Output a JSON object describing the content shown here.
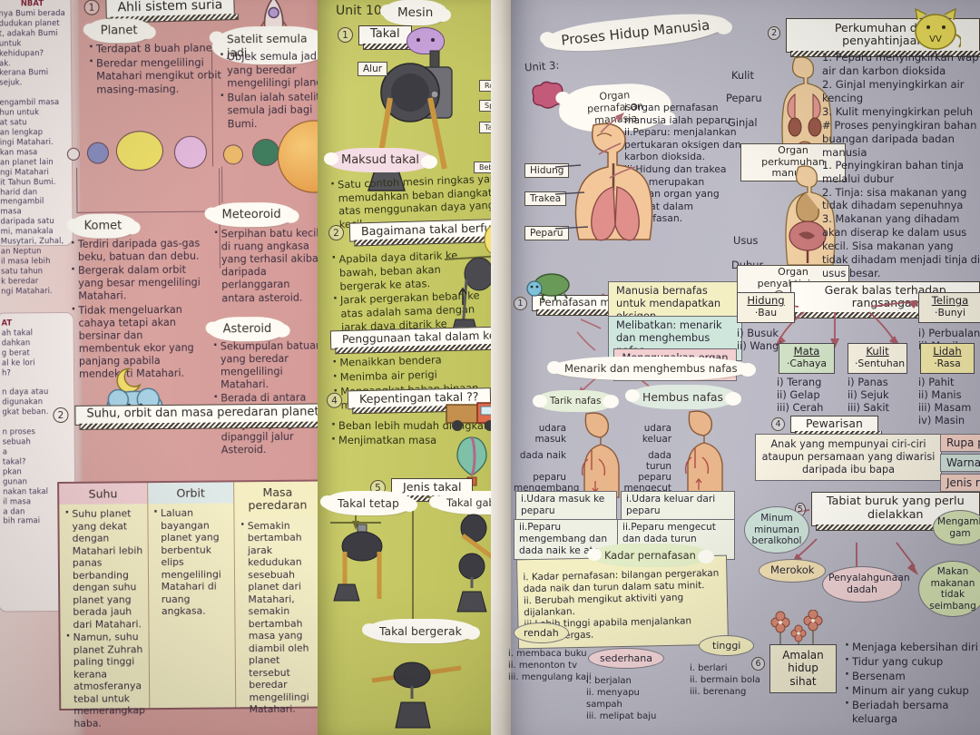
{
  "left_strip": {
    "heading": "NBAT",
    "lines": [
      "nya Bumi berada",
      "dudukan planet",
      "t, adakah Bumi",
      "untuk kehidupan?",
      "ak.",
      "kerana Bumi",
      "sejuk.",
      "",
      "engambil masa",
      "hun untuk",
      "at satu",
      "an lengkap",
      "ingi Matahari.",
      "kan masa",
      "an planet lain",
      "ngi Matahari",
      "it Tahun Bumi.",
      "harid dan",
      "mengambil masa",
      "daripada satu",
      "mi, manakala",
      "Musytari, Zuhal,",
      "an Neptun",
      "il masa lebih",
      "satu tahun",
      "k beredar",
      "ngi Matahari."
    ],
    "lower_heading": "AT",
    "lower_lines": [
      "ah takal",
      "dahkan",
      "g berat",
      "al ke lori",
      "h?",
      "",
      "n daya atau",
      "digunakan",
      "gkat beban.",
      "",
      "n proses",
      "sebuah",
      "a",
      "takal?",
      "pkan",
      "gunan",
      "nakan takal",
      "il masa",
      "a dan",
      "bih ramai"
    ]
  },
  "left_page": {
    "section_number": "1",
    "section_title": "Ahli sistem suria",
    "planet_label": "Planet",
    "planet_bullets": [
      "Terdapat 8 buah planet.",
      "Beredar mengelilingi Matahari mengikut orbit masing-masing."
    ],
    "satelit_label": "Satelit semula jadi",
    "satelit_bullets": [
      "Objek semula jadi yang beredar mengelilingi planet.",
      "Bulan ialah satelit semula jadi bagi Bumi."
    ],
    "komet_label": "Komet",
    "komet_bullets": [
      "Terdiri daripada gas-gas beku, batuan dan debu.",
      "Bergerak dalam orbit yang besar mengelilingi Matahari.",
      "Tidak mengeluarkan cahaya tetapi akan bersinar dan membentuk ekor yang panjang apabila mendekati Matahari."
    ],
    "meteoroid_label": "Meteoroid",
    "meteoroid_bullets": [
      "Serpihan batu kecil di ruang angkasa yang terhasil akibat daripada perlanggaran antara asteroid."
    ],
    "asteroid_label": "Asteroid",
    "asteroid_bullets": [
      "Sekumpulan batuan yang beredar mengelilingi Matahari.",
      "Berada di antara orbit Marikh dan Musytari yang dipanggil jalur Asteroid."
    ],
    "section2_number": "2",
    "section2_title": "Suhu, orbit dan masa peredaran planet",
    "table": {
      "headers": [
        "Suhu",
        "Orbit",
        "Masa peredaran"
      ],
      "cells": [
        [
          "Suhu planet yang dekat dengan Matahari lebih panas berbanding dengan suhu planet yang berada jauh dari Matahari.",
          "Namun, suhu planet Zuhrah paling tinggi kerana atmosferanya tebal untuk memerangkap haba."
        ],
        [
          "Laluan bayangan planet yang berbentuk elips mengelilingi Matahari di ruang angkasa."
        ],
        [
          "Semakin bertambah jarak kedudukan sesebuah planet dari Matahari, semakin bertambah masa yang diambil oleh planet tersebut beredar mengelilingi Matahari."
        ]
      ]
    },
    "icons": {
      "rocket": "rocket-icon",
      "moon_cloud": "moon-cloud-icon"
    }
  },
  "mid_page": {
    "unit_label": "Unit 10:",
    "unit_title": "Mesin",
    "item1_number": "1",
    "item1_title": "Takal",
    "diagram_labels": {
      "alur": "Alur",
      "roda": "Roda",
      "spindel": "Spindel",
      "tali": "Tali",
      "beban": "Beban"
    },
    "maksud_label": "Maksud takal",
    "maksud_bullets": [
      "Satu contoh mesin ringkas yang memudahkan beban diangkat ke atas menggunakan daya yang kecil."
    ],
    "item2_number": "2",
    "item2_title": "Bagaimana takal berfungsi ??",
    "item2_bullets": [
      "Apabila daya ditarik ke bawah, beban akan bergerak ke atas.",
      "Jarak pergerakan beban ke atas adalah sama dengan jarak daya ditarik ke bawah."
    ],
    "item3_number": "3",
    "item3_title": "Penggunaan takal dalam kehidupan ??",
    "item3_bullets": [
      "Menaikkan bendera",
      "Menimba air perigi",
      "Mengangkat bahan binaan menggunakan kren"
    ],
    "item4_number": "4",
    "item4_title": "Kepentingan takal ??",
    "item4_bullets": [
      "Beban lebih mudah diangkat",
      "Menjimatkan masa"
    ],
    "item5_number": "5",
    "item5_title": "Jenis takal",
    "types": [
      "Takal tetap",
      "Takal gabungan",
      "Takal bergerak"
    ],
    "icons": {
      "octopus": "octopus-icon",
      "chick": "chick-icon",
      "truck": "truck-icon",
      "balloon": "hot-air-balloon-icon"
    }
  },
  "right_page": {
    "unit_label": "Unit 3:",
    "unit_title": "Proses Hidup Manusia",
    "organ_cloud": "Organ pernafasan manusia",
    "organ_points": [
      "i.Organ pernafasan manusia ialah peparu.",
      "ii.Peparu: menjalankan pertukaran oksigen dan karbon dioksida.",
      "iii.Hidung dan trakea juga merupakan saluran organ yang terlibat dalam pernafasan."
    ],
    "organ_diagram_labels": [
      "Hidung",
      "Trakea",
      "Peparu"
    ],
    "s1_number": "1",
    "s1_title": "Pernafasan manusia",
    "s1_chips": [
      "Manusia bernafas untuk mendapatkan oksigen",
      "Melibatkan: menarik dan menghembus nafas",
      "Menggunakan organ pernafasan"
    ],
    "breath_cloud": "Menarik dan menghembus nafas",
    "breath_left": "Tarik nafas",
    "breath_right": "Hembus nafas",
    "breath_left_labels": [
      "udara masuk",
      "dada naik",
      "peparu mengembang"
    ],
    "breath_right_labels": [
      "udara keluar",
      "dada turun",
      "peparu mengecut"
    ],
    "breath_left_boxes": [
      "i.Udara masuk ke peparu",
      "ii.Peparu mengembang dan dada naik ke atas"
    ],
    "breath_right_boxes": [
      "i.Udara keluar dari peparu",
      "ii.Peparu mengecut dan dada turun mengempis"
    ],
    "kadar_cloud": "Kadar pernafasan",
    "kadar_points": [
      "i.  Kadar pernafasan: bilangan pergerakan dada naik dan turun dalam satu minit.",
      "ii. Berubah mengikut aktiviti yang dijalankan.",
      "iii.Lebih tinggi apabila menjalankan aktiviti cergas."
    ],
    "kadar_levels": [
      {
        "label": "rendah",
        "items": [
          "i. membaca buku",
          "ii. menonton tv",
          "iii. mengulang kaji"
        ]
      },
      {
        "label": "sederhana",
        "items": [
          "i. berjalan",
          "ii. menyapu sampah",
          "iii. melipat baju"
        ]
      },
      {
        "label": "tinggi",
        "items": [
          "i. berlari",
          "ii. bermain bola",
          "iii. berenang"
        ]
      }
    ],
    "icons": {
      "heart": "heart-cloud-icon",
      "turtle": "turtle-icon",
      "torso": "human-torso-icon"
    }
  },
  "right_col2": {
    "s2_number": "2",
    "s2_title": "Perkumuhan dan penyahtinjaan",
    "cat_face": "VV",
    "organ1_labels": [
      "Kulit",
      "Peparu",
      "Ginjal"
    ],
    "organ1_caption": "Organ perkumuhan manusia",
    "s2_points": [
      "1. Peparu menyingkirkan wap air dan karbon dioksida",
      "2. Ginjal menyingkirkan air kencing",
      "3. Kulit menyingkirkan peluh",
      "# Proses penyingkiran bahan buangan daripada badan manusia"
    ],
    "organ2_labels": [
      "Usus",
      "Dubur"
    ],
    "organ2_caption": "Organ penyahtinjaan manusia",
    "s2b_points": [
      "1. Penyingkiran bahan tinja melalui dubur",
      "2. Tinja: sisa makanan yang tidak dihadam sepenuhnya",
      "3. Makanan yang dihadam akan diserap ke dalam usus kecil. Sisa makanan yang tidak dihadam menjadi tinja di usus besar."
    ],
    "s3_number": "3",
    "s3_title": "Gerak balas terhadap rangsangan",
    "senses": [
      {
        "organ": "Hidung",
        "sense": "Bau",
        "items": [
          "i) Busuk",
          "ii) Wangi"
        ]
      },
      {
        "organ": "Telinga",
        "sense": "Bunyi",
        "items": [
          "i) Perbualan",
          "ii) Muzik"
        ]
      },
      {
        "organ": "Mata",
        "sense": "Cahaya",
        "items": [
          "i) Terang",
          "ii) Gelap",
          "iii) Cerah"
        ]
      },
      {
        "organ": "Kulit",
        "sense": "Sentuhan",
        "items": [
          "i) Panas",
          "ii) Sejuk",
          "iii) Sakit"
        ]
      },
      {
        "organ": "Lidah",
        "sense": "Rasa",
        "items": [
          "i) Pahit",
          "ii) Manis",
          "iii) Masam",
          "iv) Masin"
        ]
      }
    ],
    "s4_number": "4",
    "s4_title": "Pewarisan",
    "s4_text": "Anak yang mempunyai ciri-ciri ataupun persamaan yang diwarisi daripada ibu bapa",
    "s4_side": [
      "Rupa paras",
      "Warna kulit",
      "Jenis rambut"
    ],
    "s5_number": "5",
    "s5_title": "Tabiat buruk yang perlu dielakkan",
    "s5_items": [
      "Minum minuman beralkohol",
      "Mengambil gam",
      "Merokok",
      "Penyalahgunaan dadah",
      "Makan makanan tidak seimbang"
    ],
    "s6_number": "6",
    "s6_title": "Amalan hidup sihat",
    "s6_items": [
      "Menjaga kebersihan diri",
      "Tidur yang cukup",
      "Bersenam",
      "Minum air yang cukup",
      "Beriadah bersama keluarga"
    ],
    "icons": {
      "cat": "cat-icon",
      "flowers": "flowers-icon"
    }
  },
  "colors": {
    "left_page": "#d7a09c",
    "mid_page": "#c6c864",
    "right_page": "#b7b6c1",
    "table_body": "#f4eec6",
    "accent_yellow": "#f4efc3",
    "accent_green": "#cfe6dc",
    "accent_pink": "#f2cfd0"
  }
}
